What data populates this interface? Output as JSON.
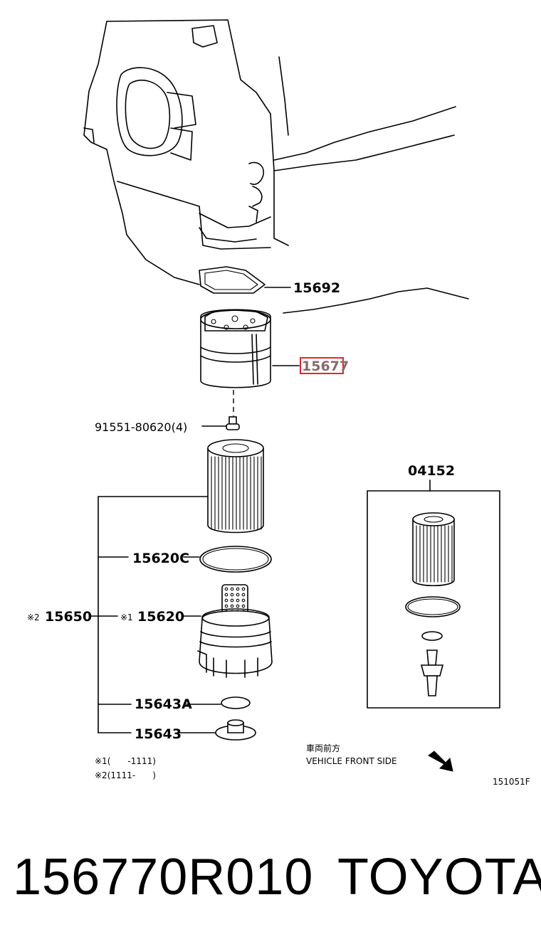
{
  "labels": {
    "gasket_top": "15692",
    "cap_housing": "15677",
    "bolt": "91551-80620(4)",
    "kit": "04152",
    "oring": "15620C",
    "element_assy_prefix": "※2",
    "element_assy": "15650",
    "cap_prefix": "※1",
    "cap": "15620",
    "plug_gasket": "15643A",
    "plug": "15643"
  },
  "notes": {
    "note1": "※1(　　-1111)",
    "note2": "※2(1111-　　)"
  },
  "direction": {
    "jp": "車両前方",
    "en": "VEHICLE FRONT SIDE"
  },
  "figure_id": "151051F",
  "footer": {
    "part_number": "156770R010",
    "brand": "TOYOTA"
  },
  "colors": {
    "highlight": "#dd1111",
    "line": "#000000"
  }
}
